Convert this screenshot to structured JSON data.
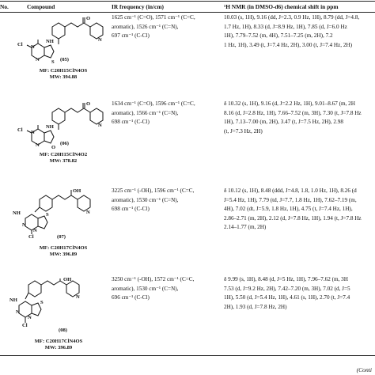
{
  "headers": {
    "no": "No.",
    "compound": "Compound",
    "ir": "IR frequency (in/cm)",
    "nmr": "¹H NMR (in DMSO-d6) chemical shift in ppm"
  },
  "rows": [
    {
      "id": "(05)",
      "mf": "MF: C20H15ClN4OS",
      "mw": "MW: 394.88",
      "atoms": {
        "cl": "Cl",
        "n1": "N",
        "n2": "N",
        "nh": "NH",
        "s": "S",
        "o": "O",
        "n3": "N"
      },
      "ir": [
        "1625 cm⁻¹ (C=O), 1571 cm⁻¹ (C=C,",
        "aromatic), 1526 cm⁻¹ (C=N),",
        "697 cm⁻¹ (C-Cl)"
      ],
      "nmr": [
        "10.03 (s, 1H), 9.16 (dd, J=2.3, 0.9 Hz, 1H), 8.79 (dd, J=4.8,",
        "1.7 Hz, 1H), 8.33 (d, J=8.9 Hz, 1H), 7.85 (d, J=6.0 Hz",
        "1H), 7.79–7.52 (m, 4H), 7.51–7.25 (m, 2H), 7.2",
        "1 Hz, 1H), 3.49 (t, J=7.4 Hz, 2H), 3.00 (t, J=7.4 Hz, 2H)"
      ]
    },
    {
      "id": "(06)",
      "mf": "MF: C20H15ClN4O2",
      "mw": "MW: 378.82",
      "atoms": {
        "cl": "Cl",
        "n1": "N",
        "n2": "N",
        "nh": "NH",
        "s": "O",
        "o": "O",
        "n3": "N"
      },
      "ir": [
        "1634 cm⁻¹ (C=O), 1596 cm⁻¹ (C=C,",
        "aromatic), 1566 cm⁻¹ (C=N),",
        "698 cm⁻¹ (C-Cl)"
      ],
      "nmr": [
        "δ 10.32 (s, 1H), 9.16 (d, J=2.2 Hz, 1H), 9.01–8.67 (m, 2H",
        "8.16 (d, J=2.8 Hz, 1H), 7.66–7.52 (m, 3H), 7.30 (t, J=7.8 Hz",
        "1H), 7.13–7.00 (m, 2H), 3.47 (t, J=7.5 Hz, 2H), 2.98",
        "(t, J=7.3 Hz, 2H)"
      ]
    },
    {
      "id": "(07)",
      "mf": "MF: C20H17ClN4OS",
      "mw": "MW: 396.89",
      "atoms": {
        "cl": "Cl",
        "n1": "N",
        "n2": "N",
        "nh": "NH",
        "s": "S",
        "oh": "OH",
        "n3": "N"
      },
      "ir": [
        "3225 cm⁻¹ (-OH), 1596 cm⁻¹ (C=C,",
        "aromatic), 1530 cm⁻¹ (C=N),",
        "698 cm⁻¹ (C-Cl)"
      ],
      "nmr": [
        "δ 10.12 (s, 1H), 8.48 (ddd, J=4.8, 1.8, 1.0 Hz, 1H), 8.26 (d",
        "J=5.4 Hz, 1H), 7.79 (td, J=7.7, 1.8 Hz, 1H), 7.62–7.19 (m,",
        "4H), 7.02 (dt, J=5.9, 1.8 Hz, 1H), 4.75 (t, J=7.4 Hz, 1H),",
        "2.86–2.71 (m, 2H), 2.12 (d, J=7.8 Hz, 1H), 1.94 (t, J=7.8 Hz",
        "2.14–1.77 (m, 2H)"
      ]
    },
    {
      "id": "(08)",
      "mf": "MF: C20H17ClN4OS",
      "mw": "MW: 396.89",
      "atoms": {
        "cl": "Cl",
        "n1": "N",
        "n2": "N",
        "nh": "NH",
        "s": "S",
        "oh": "OH",
        "n3": "N"
      },
      "ir": [
        "3250 cm⁻¹ (-OH), 1572 cm⁻¹ (C=C,",
        "aromatic), 1530 cm⁻¹ (C=N),",
        "696 cm⁻¹ (C-Cl)"
      ],
      "nmr": [
        "δ 9.99 (s, 1H), 8.48 (d, J=5 Hz, 1H), 7.96–7.62 (m, 3H",
        "7.53 (d, J=9.2 Hz, 2H), 7.42–7.20 (m, 3H), 7.02 (d, J=5",
        "1H), 5.50 (d, J=5.4 Hz, 1H), 4.61 (s, 1H), 2.70 (t, J=7.4",
        "2H), 1.93 (d, J=7.8 Hz, 2H)"
      ]
    }
  ],
  "footer": "(Conti"
}
